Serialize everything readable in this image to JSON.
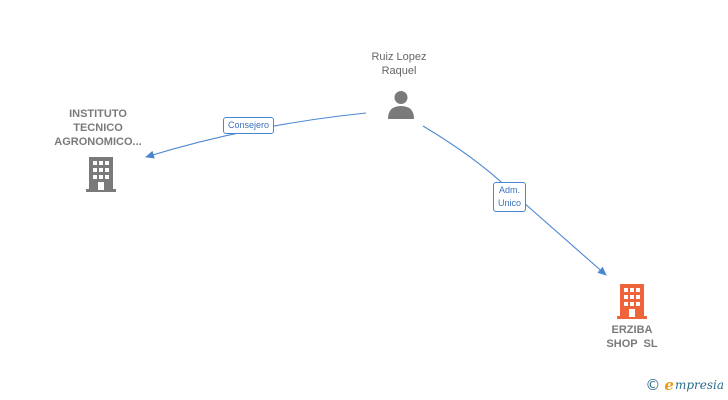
{
  "nodes": {
    "person": {
      "name_line1": "Ruiz Lopez",
      "name_line2": "Raquel",
      "icon": "person-icon",
      "color": "#7a7a7a"
    },
    "company_instituto": {
      "name_line1": "INSTITUTO",
      "name_line2": "TECNICO",
      "name_line3": "AGRONOMICO...",
      "icon": "building-icon",
      "color": "#7a7a7a"
    },
    "company_erziba": {
      "name_line1": "ERZIBA",
      "name_line2": "SHOP  SL",
      "icon": "building-icon",
      "color": "#f0643c"
    }
  },
  "edges": {
    "consejero": {
      "label": "Consejero",
      "from": "Ruiz Lopez Raquel",
      "to": "INSTITUTO TECNICO AGRONOMICO..."
    },
    "adm_unico": {
      "label_line1": "Adm.",
      "label_line2": "Unico",
      "from": "Ruiz Lopez Raquel",
      "to": "ERZIBA SHOP  SL"
    }
  },
  "edge_color": "#4a86d0",
  "watermark": {
    "symbol": "©",
    "brand_initial": "e",
    "brand_rest": "mpresia"
  }
}
